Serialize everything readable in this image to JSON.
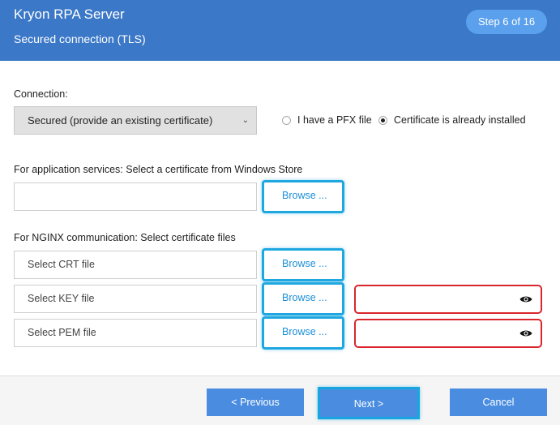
{
  "header": {
    "app_title": "Kryon RPA Server",
    "subtitle": "Secured connection (TLS)",
    "step": "Step 6 of 16"
  },
  "connection": {
    "label": "Connection:",
    "selected": "Secured (provide an existing certificate)",
    "radio_pfx": "I have a PFX file",
    "radio_installed": "Certificate is already installed",
    "selected_radio": "installed"
  },
  "app_services": {
    "label": "For application services: Select a certificate from Windows Store",
    "value": "",
    "browse": "Browse ..."
  },
  "nginx": {
    "label": "For NGINX communication: Select certificate files",
    "crt": {
      "placeholder": "Select CRT file",
      "browse": "Browse ..."
    },
    "key": {
      "placeholder": "Select KEY file",
      "browse": "Browse ...",
      "password": ""
    },
    "pem": {
      "placeholder": "Select PEM file",
      "browse": "Browse ...",
      "password": ""
    }
  },
  "footer": {
    "previous": "< Previous",
    "next": "Next >",
    "cancel": "Cancel"
  },
  "colors": {
    "header_bg": "#3b78c8",
    "accent": "#4a8de0",
    "highlight": "#1fa7e0",
    "error": "#d9262c"
  }
}
